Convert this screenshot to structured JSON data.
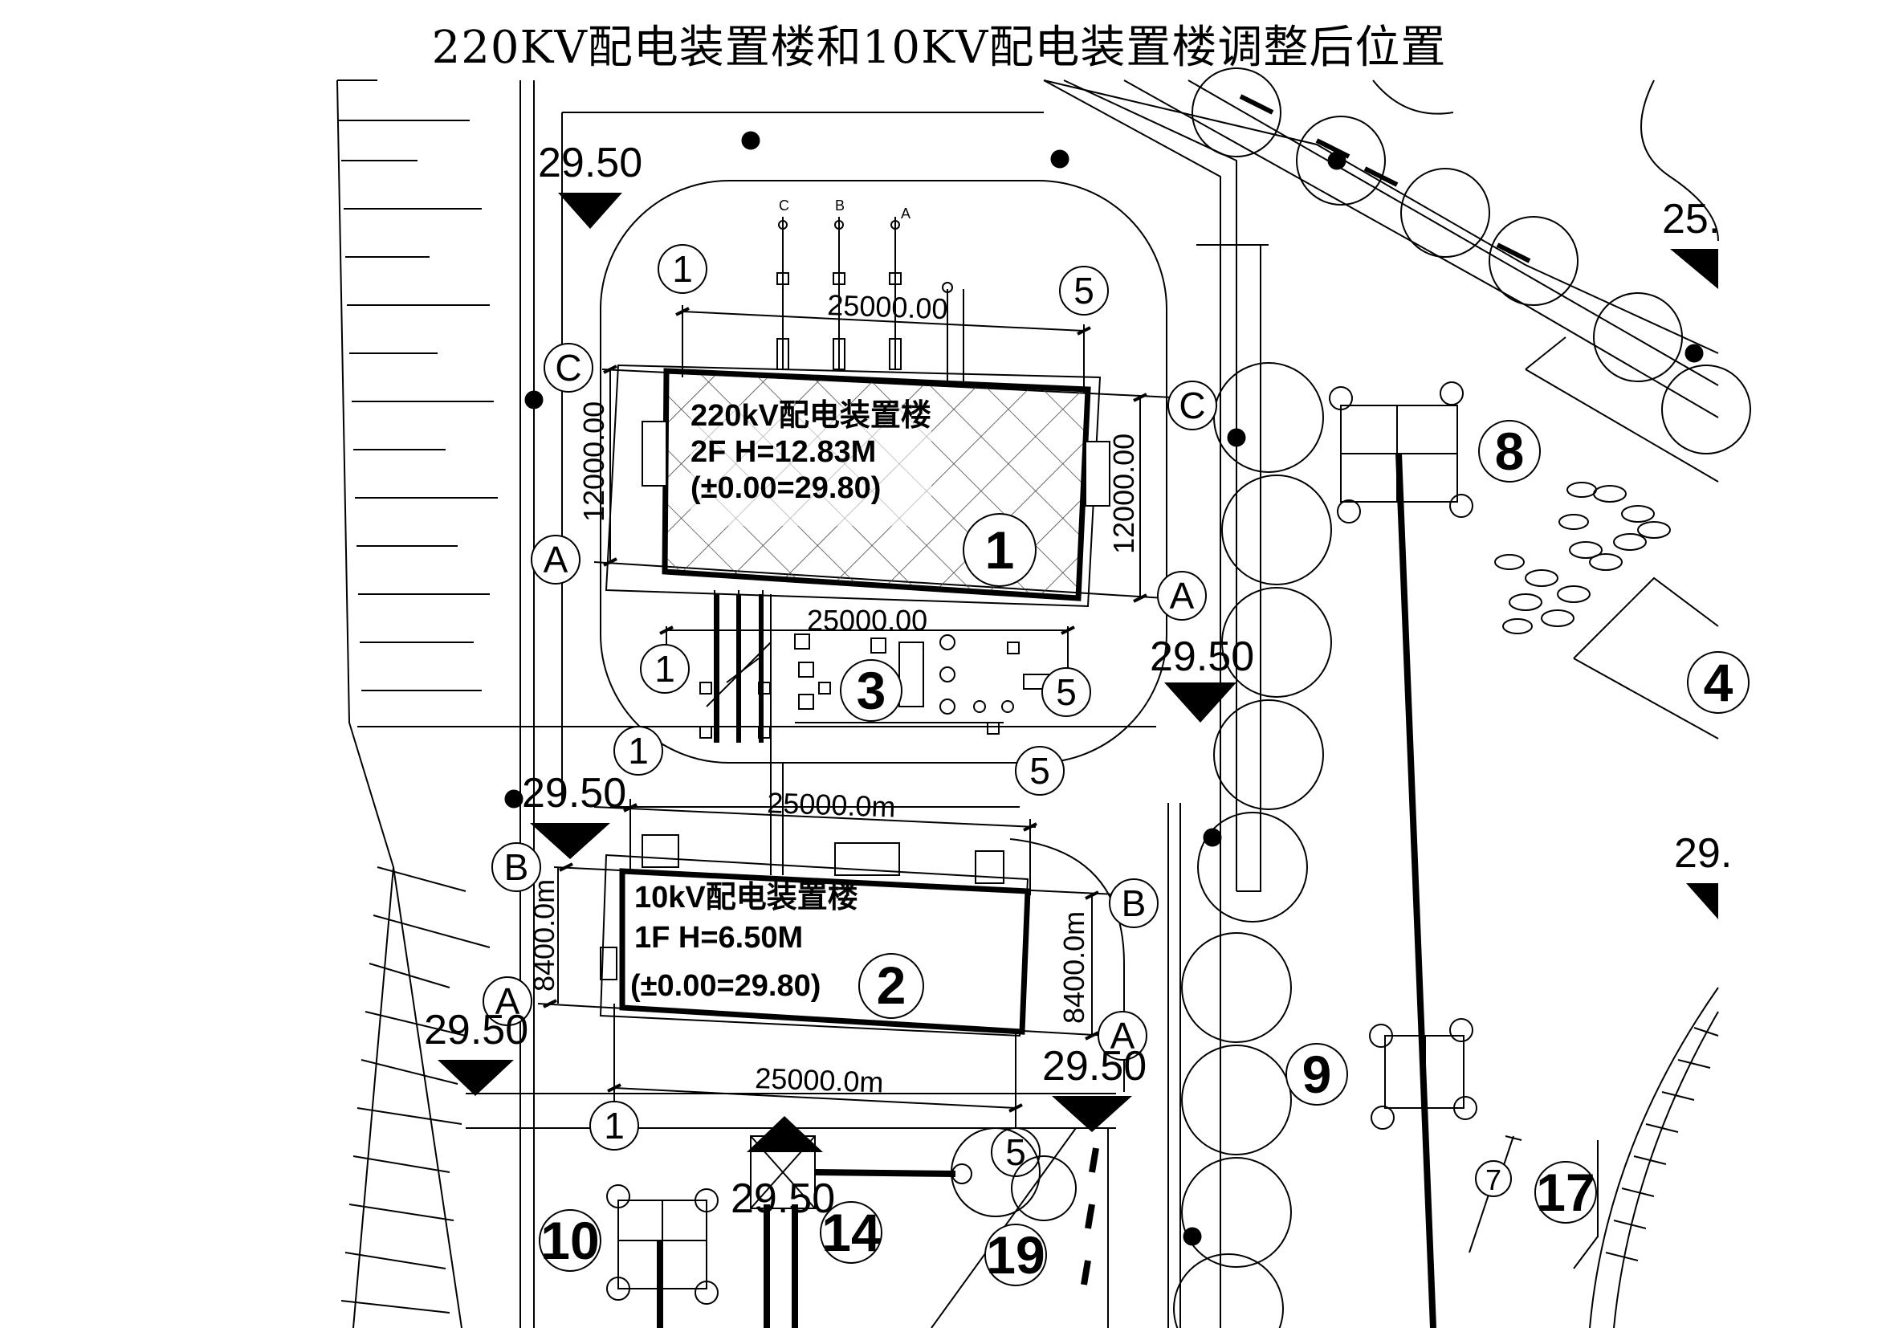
{
  "title": "220KV配电装置楼和10KV配电装置楼调整后位置",
  "building_220": {
    "name": "220kV配电装置楼",
    "floors_height": "2F H=12.83M",
    "elevation": "(±0.00=29.80)",
    "number": "1"
  },
  "building_10": {
    "name": "10kV配电装置楼",
    "floors_height": "1F H=6.50M",
    "elevation": "(±0.00=29.80)",
    "number": "2"
  },
  "dimensions": {
    "width_220_top": "25000.00",
    "width_220_bottom": "25000.00",
    "depth_220_left": "12000.00",
    "depth_220_right": "12000.00",
    "width_10_top": "25000.0m",
    "width_10_bottom": "25000.0m",
    "depth_10_left": "8400.0m",
    "depth_10_right": "8400.0m"
  },
  "grid_axes": {
    "one": "1",
    "five": "5",
    "A": "A",
    "B": "B",
    "C": "C"
  },
  "phase_labels": [
    "C",
    "B",
    "A"
  ],
  "levels": {
    "l1": "29.50",
    "l2": "29.50",
    "l3": "29.50",
    "l4": "29.50",
    "l5": "29.50",
    "l6": "29.50",
    "right_top": "25.",
    "right_mid": "29."
  },
  "item_numbers": {
    "n3": "3",
    "n4": "4",
    "n7": "7",
    "n8": "8",
    "n9": "9",
    "n10": "10",
    "n14": "14",
    "n17": "17",
    "n19": "19"
  }
}
